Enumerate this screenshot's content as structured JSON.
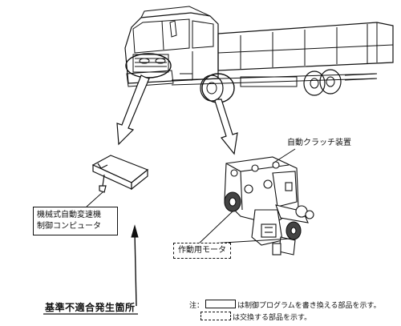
{
  "labels": {
    "ecu": "機械式自動変速機制御コンピュータ",
    "ecu_line1": "機械式自動変速機",
    "ecu_line2": "制御コンピュータ",
    "clutch": "自動クラッチ装置",
    "motor": "作動用モータ",
    "nonconformity": "基準不適合発生箇所"
  },
  "notes": {
    "prefix": "注：",
    "program_rewrite": "は制御プログラムを書き換える部品を示す。",
    "part_replace": "は交換する部品を示す。"
  }
}
